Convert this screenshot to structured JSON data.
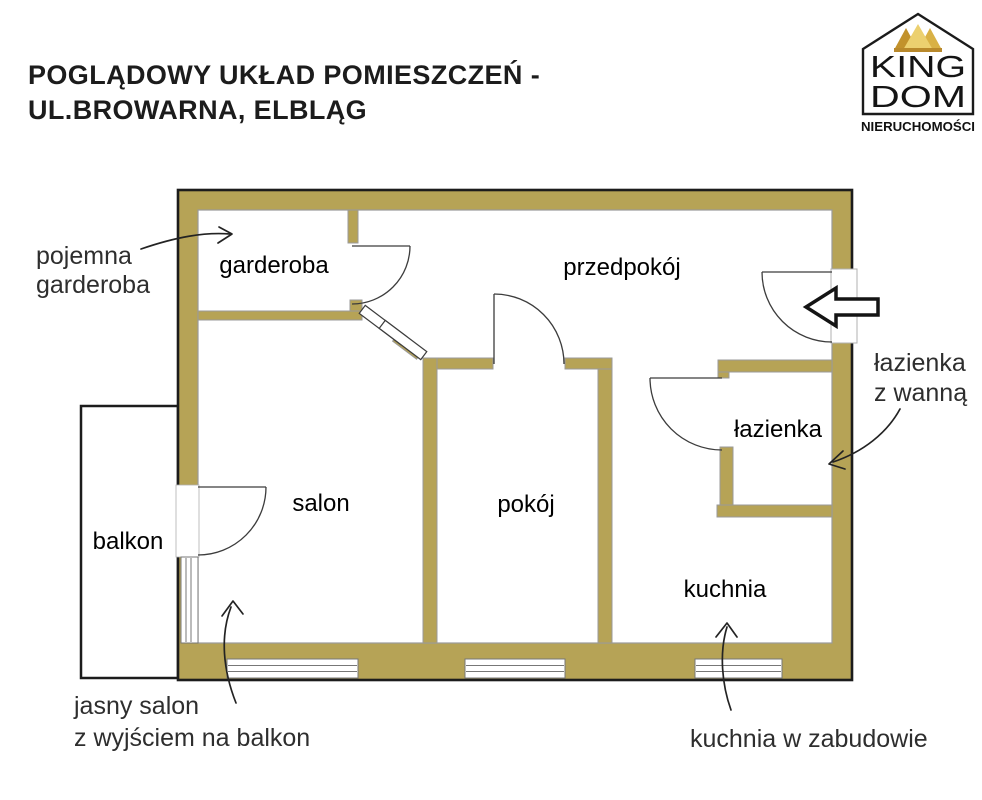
{
  "title": {
    "line1": "POGLĄDOWY UKŁAD POMIESZCZEŃ -",
    "line2": "UL.BROWARNA, ELBLĄG"
  },
  "logo": {
    "brand_top": "KING",
    "brand_bottom": "DOM",
    "tagline": "NIERUCHOMOŚCI"
  },
  "rooms": {
    "garderoba": "garderoba",
    "przedpokoj": "przedpokój",
    "salon": "salon",
    "pokoj": "pokój",
    "lazienka": "łazienka",
    "kuchnia": "kuchnia",
    "balkon": "balkon"
  },
  "annotations": {
    "wardrobe_line1": "pojemna",
    "wardrobe_line2": "garderoba",
    "bath_line1": "łazienka",
    "bath_line2": "z wanną",
    "salon_line1": "jasny salon",
    "salon_line2": "z wyjściem na balkon",
    "kitchen": "kuchnia w zabudowie"
  },
  "colors": {
    "wall": "#b6a356",
    "outline": "#1c1c1c",
    "inner_line": "#9a9a9a",
    "room_label": "#000000",
    "annotation": "#2e2e2e",
    "crown_gold_dark": "#c2922c",
    "crown_gold_mid": "#d9b145",
    "crown_gold_light": "#ecd06f",
    "crown_base": "#b9892b"
  }
}
